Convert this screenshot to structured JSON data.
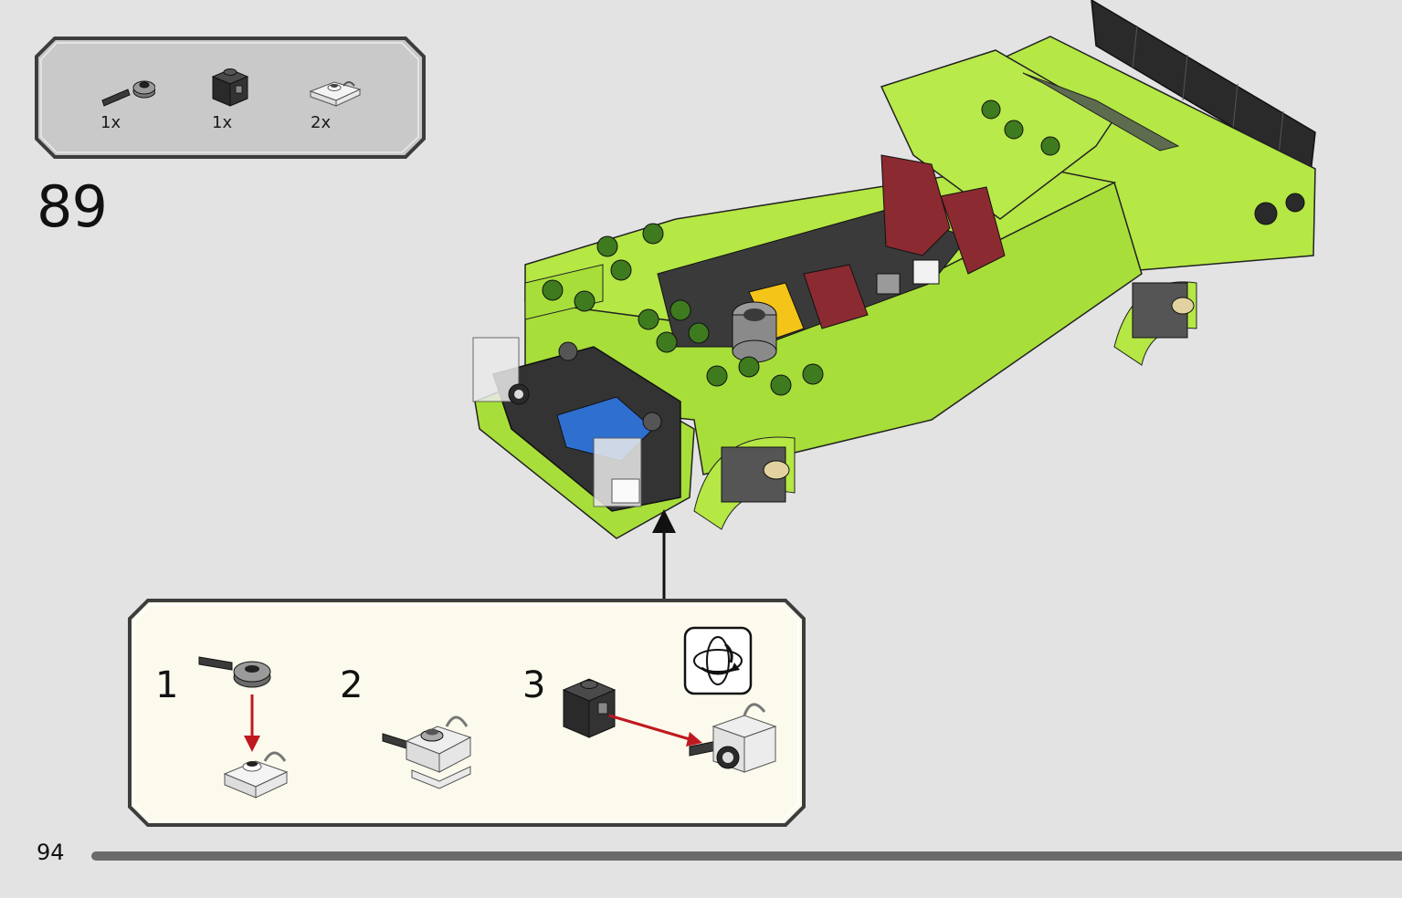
{
  "parts_list": {
    "items": [
      {
        "icon": "bar-with-plate-icon",
        "qty": "1x"
      },
      {
        "icon": "black-brick-icon",
        "qty": "1x"
      },
      {
        "icon": "clip-plate-icon",
        "qty": "2x"
      }
    ]
  },
  "step": {
    "number": "89"
  },
  "substeps": [
    {
      "number": "1"
    },
    {
      "number": "2"
    },
    {
      "number": "3"
    }
  ],
  "page": {
    "number": "94"
  },
  "colors": {
    "page_bg": "#e3e3e3",
    "parts_bg": "#c9c9c9",
    "substep_bg": "#fbfaec",
    "frame": "#3a3a3a",
    "lime": "#b5e745",
    "arrow_red": "#c0181f"
  }
}
